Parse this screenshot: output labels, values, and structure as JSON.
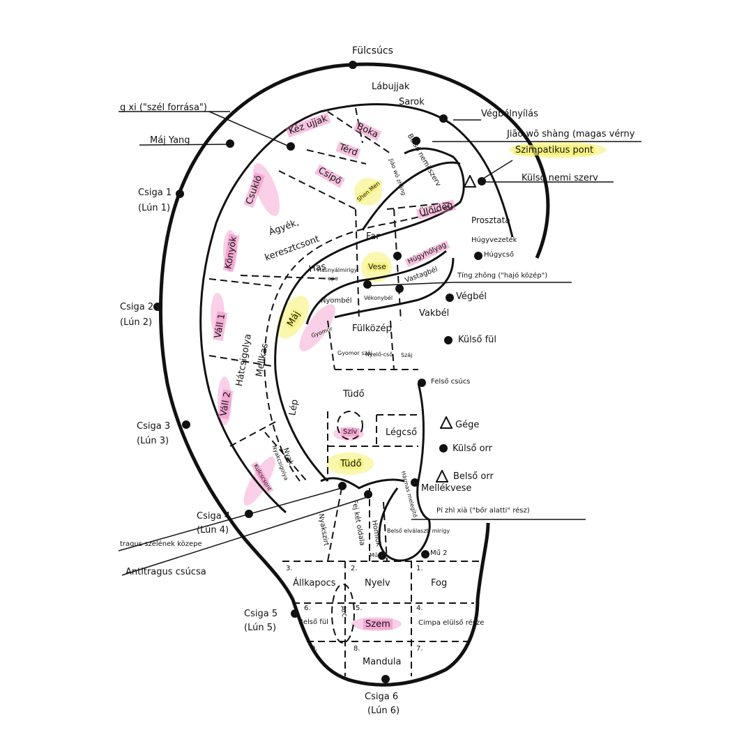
{
  "labels": {
    "fulcsucs": "Fülcsúcs",
    "labujjak": "Lábujjak",
    "sarok": "Sarok",
    "vegbelnyilas": "Végbélnyílás",
    "szel_forrasa": "g xi (\"szél forrása\")",
    "maj_yang": "Máj Yang",
    "jiao_wo": "Jiāo wō shàng (magas vérny",
    "szimpatikus": "Szimpatikus pont",
    "kulso_nemi": "Külső nemi szerv",
    "csiga1": "Csiga 1",
    "lun1": "(Lún 1)",
    "kez_ujjak": "Kéz ujjak",
    "boka": "Boka",
    "terd": "Térd",
    "csipo": "Csípő",
    "belso_nemi": "Belső nemi szerv",
    "jiao_wo_zhong": "Jiāo wō zhōng",
    "shen_men": "Shen Men",
    "csuklo": "Csukló",
    "agyek": "Ágyék,",
    "kereszt": "keresztcsont",
    "uloideg": "Ülőideg",
    "prosztata": "Prosztata",
    "far": "Far",
    "konyok": "Könyök",
    "has": "Has",
    "hugyvezetek": "Húgyvezeték",
    "hugycso": "Húgycső",
    "hugyholyag": "Húgyhólyag",
    "vese": "Vese",
    "hasnyal": "Hasnyálmirigy",
    "epe": "epe",
    "vastagbel": "Vastagbél",
    "ting_zhong": "Tíng zhōng (\"hajó közép\")",
    "csiga2": "Csiga 2",
    "lun2": "(Lún 2)",
    "vall1": "Váll 1",
    "nyombel": "Nyombél",
    "vekonybel": "Vékonybél",
    "vegbel": "Végbél",
    "vakbel": "Vakbél",
    "maj": "Máj",
    "fulkozep": "Fülközép",
    "gyomor": "Gyomor",
    "kulso_ful": "Külső fül",
    "hatcsigolya": "Hátcsigolya",
    "mellkas": "Mellkas",
    "gyomor_szaj": "Gyomor száj",
    "nyelocso": "Nyelő-cső",
    "szaj": "Száj",
    "felso_csucs": "Felső csúcs",
    "vall2": "Váll 2",
    "lep": "Lép",
    "tudo": "Tüdő",
    "csiga3": "Csiga 3",
    "lun3": "(Lún 3)",
    "gege": "Gége",
    "sziv": "Szív",
    "legcso": "Légcső",
    "nyakcsigolya": "Nyakcsigolya",
    "nyak": "Nyak",
    "kulcscsont": "Kulcscsont",
    "kulso_orr": "Külső orr",
    "tudo2": "Tüdő",
    "belso_orr": "Belső orr",
    "harmas": "Hármas melegítő",
    "mellekvese": "Mellékvese",
    "csiga4": "Csiga 4",
    "lun4": "(Lún 4)",
    "nyakszirt": "Nyakszirt",
    "fej_ket": "Fej két oldala",
    "homlok": "Homlok",
    "pi_zhi": "Pí zhì xià (\"bőr alatti\" rész)",
    "tragus": "tragus szélének közepe",
    "antitragus": "Antitragus csúcsa",
    "belso_elvalasztasu": "Belső elválaszt. mirigy",
    "mu": "Mű",
    "mu2": "Mű 2",
    "n3": "3.",
    "n2": "2.",
    "n1": "1.",
    "allkapocs": "Állkapocs",
    "nyelv": "Nyelv",
    "fog": "Fog",
    "csiga5": "Csiga 5",
    "lun5": "(Lún 5)",
    "n6": "6.",
    "n5": "5.",
    "n4": "4.",
    "belso_ful": "Belső fül",
    "arc": "Arc",
    "szem": "Szem",
    "cimpa": "Cimpa elülső része",
    "n9": "9.",
    "n8": "8.",
    "n7": "7.",
    "mandula": "Mandula",
    "csiga6": "Csiga 6",
    "lun6": "(Lún 6)"
  },
  "colors": {
    "ink": "#111111",
    "highlight_pink": "#ee78b9",
    "highlight_yellow": "#f5f06e"
  }
}
